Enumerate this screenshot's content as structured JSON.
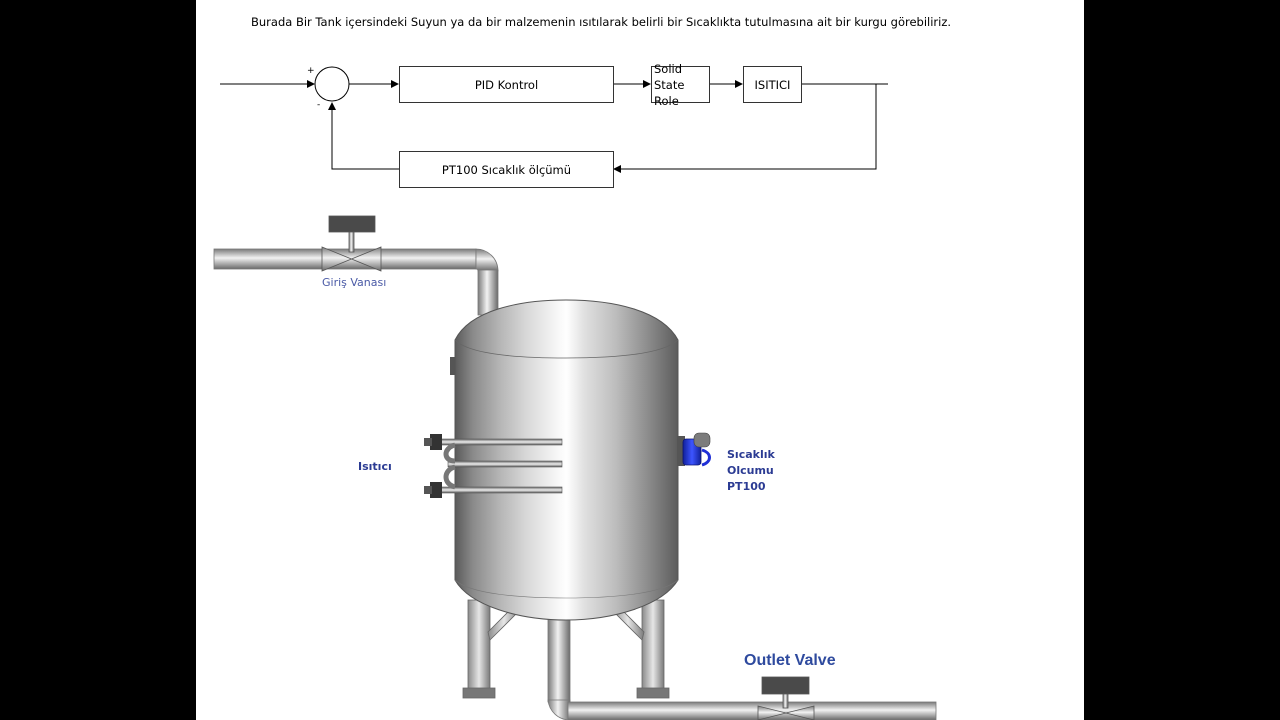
{
  "caption": "Burada Bir Tank içersindeki Suyun ya da bir malzemenin ısıtılarak belirli bir Sıcaklıkta tutulmasına ait bir kurgu görebiliriz.",
  "block_diagram": {
    "plus_sign": "+",
    "minus_sign": "-",
    "pid_label": "PID Kontrol",
    "ssr_label_line1": "Solid State",
    "ssr_label_line2": "Role",
    "heater_label": "ISITICI",
    "feedback_label": "PT100 Sıcaklık ölçümü"
  },
  "plant": {
    "inlet_valve_label": "Giriş Vanası",
    "heater_label": "Isıtıcı",
    "sensor_label_line1": "Sıcaklık",
    "sensor_label_line2": "Olcumu",
    "sensor_label_line3": "PT100",
    "outlet_valve_label": "Outlet Valve"
  },
  "colors": {
    "background": "#ffffff",
    "side_bars": "#000000",
    "label_blue": "#2b3b93",
    "sensor_blue": "#1f2fd6"
  }
}
